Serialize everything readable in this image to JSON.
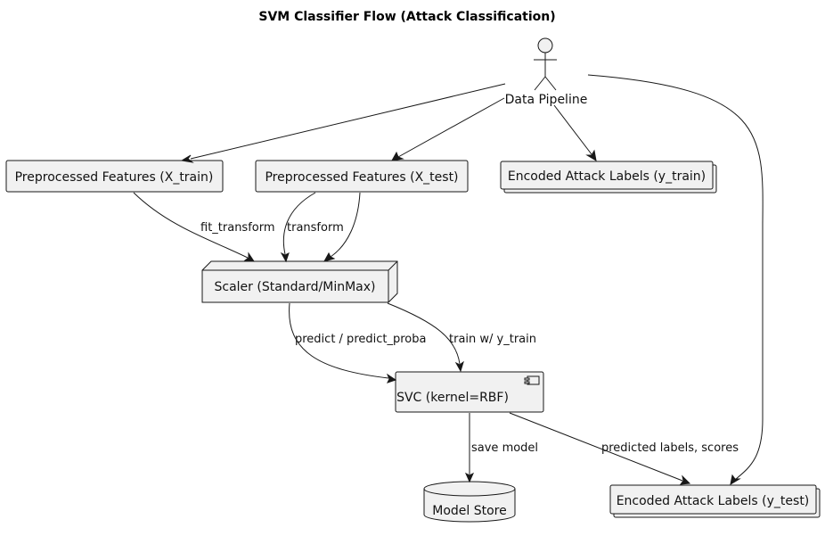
{
  "title": "SVM Classifier Flow (Attack Classification)",
  "actor": {
    "label": "Data Pipeline"
  },
  "nodes": {
    "x_train": "Preprocessed Features (X_train)",
    "x_test": "Preprocessed Features (X_test)",
    "y_train": "Encoded Attack Labels (y_train)",
    "scaler": "Scaler (Standard/MinMax)",
    "svc": "SVC (kernel=RBF)",
    "model_store": "Model Store",
    "y_test": "Encoded Attack Labels (y_test)"
  },
  "edges": {
    "fit_transform": "fit_transform",
    "transform": "transform",
    "predict": "predict / predict_proba",
    "train": "train w/ y_train",
    "save_model": "save model",
    "predicted": "predicted labels, scores"
  }
}
